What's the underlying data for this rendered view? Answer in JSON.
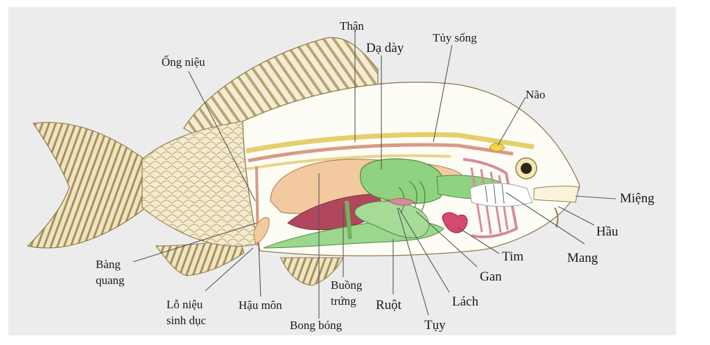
{
  "diagram": {
    "labels": {
      "than": "Thận",
      "da_day": "Dạ dày",
      "tuy_song": "Tủy sống",
      "ong_nieu": "Ống niệu",
      "nao": "Não",
      "mieng": "Miệng",
      "hau": "Hầu",
      "mang": "Mang",
      "tim": "Tim",
      "gan": "Gan",
      "lach": "Lách",
      "tuy": "Tụy",
      "ruot": "Ruột",
      "buong_trung_1": "Buồng",
      "buong_trung_2": "trứng",
      "bong_bong": "Bong bóng",
      "hau_mon": "Hậu môn",
      "lo_nieu_1": "Lỗ niệu",
      "lo_nieu_2": "sinh dục",
      "bang_quang_1": "Bàng",
      "bang_quang_2": "quang"
    }
  }
}
